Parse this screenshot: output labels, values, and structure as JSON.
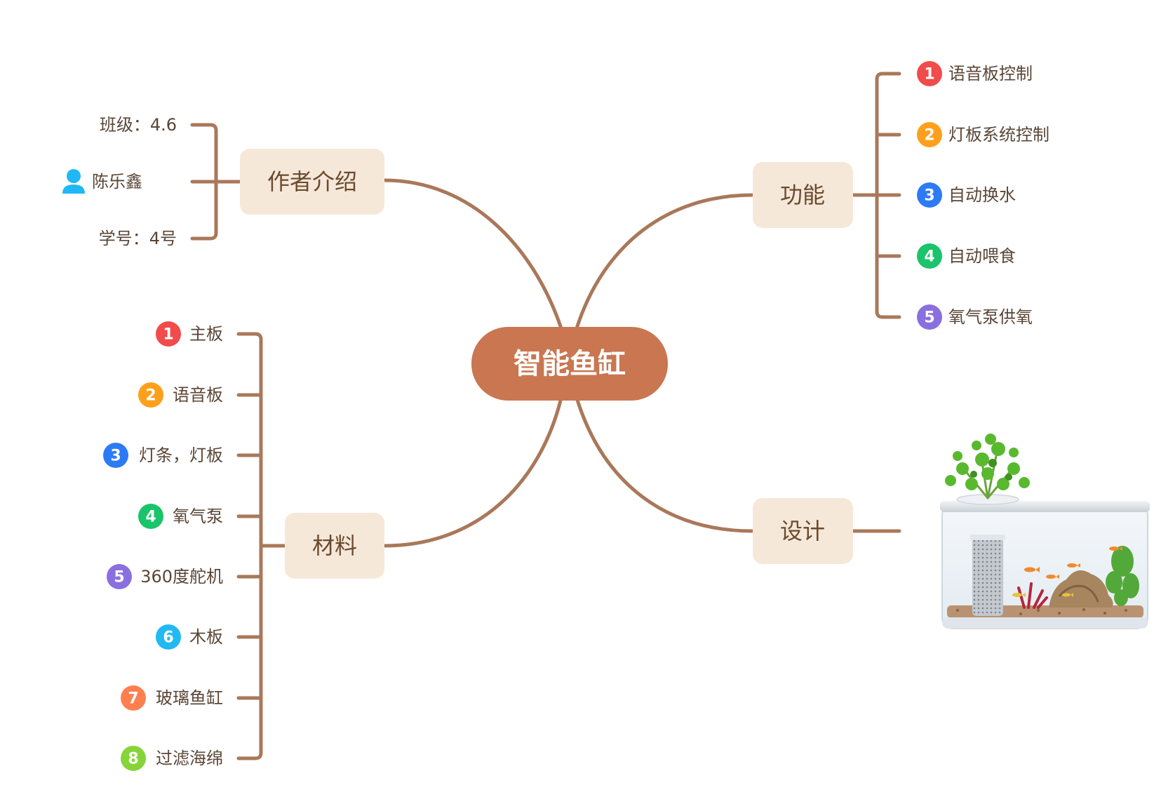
{
  "colors": {
    "root": "#c97651",
    "branch_fill": "#f6e8d9",
    "connector": "#a9785a",
    "badge_1": "#f24b4b",
    "badge_2": "#ffa01c",
    "badge_3": "#2d7af6",
    "badge_4": "#19c46a",
    "badge_5": "#8a6fdf",
    "badge_6": "#22b9f2",
    "badge_7": "#ff7f4f",
    "badge_8": "#86d43a",
    "person_icon": "#1fb8f5"
  },
  "root": {
    "label": "智能鱼缸"
  },
  "author": {
    "label": "作者介绍",
    "items": [
      {
        "text": "班级：4.6"
      },
      {
        "text": "陈乐鑫",
        "icon": "person-icon"
      },
      {
        "text": "学号：4号"
      }
    ]
  },
  "materials": {
    "label": "材料",
    "items": [
      {
        "num": "1",
        "text": "主板"
      },
      {
        "num": "2",
        "text": "语音板"
      },
      {
        "num": "3",
        "text": "灯条，灯板"
      },
      {
        "num": "4",
        "text": "氧气泵"
      },
      {
        "num": "5",
        "text": "360度舵机"
      },
      {
        "num": "6",
        "text": "木板"
      },
      {
        "num": "7",
        "text": "玻璃鱼缸"
      },
      {
        "num": "8",
        "text": "过滤海绵"
      }
    ]
  },
  "functions": {
    "label": "功能",
    "items": [
      {
        "num": "1",
        "text": "语音板控制"
      },
      {
        "num": "2",
        "text": "灯板系统控制"
      },
      {
        "num": "3",
        "text": "自动换水"
      },
      {
        "num": "4",
        "text": "自动喂食"
      },
      {
        "num": "5",
        "text": "氧气泵供氧"
      }
    ]
  },
  "design": {
    "label": "设计",
    "image": "aquarium-image"
  }
}
